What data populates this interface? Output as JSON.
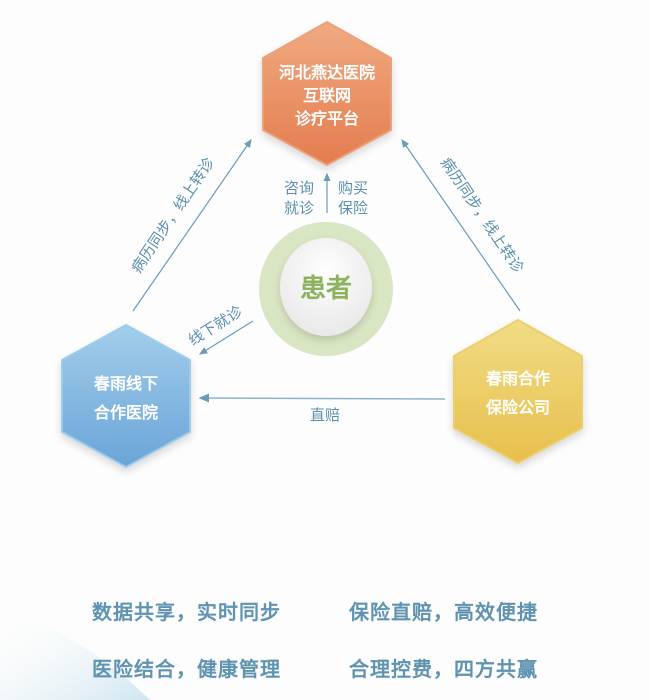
{
  "nodes": {
    "platform": {
      "lines": [
        "河北燕达医院",
        "互联网",
        "诊疗平台"
      ],
      "color": "#e8875a"
    },
    "hospital": {
      "lines": [
        "春雨线下",
        "合作医院"
      ],
      "color": "#7fb2df"
    },
    "insurer": {
      "lines": [
        "春雨合作",
        "保险公司"
      ],
      "color": "#ecc95a"
    },
    "patient": {
      "label": "患者",
      "color": "#8db360"
    }
  },
  "edges": {
    "left_up": "病历同步，线上转诊",
    "right_up": "病历同步，线上转诊",
    "center_left": [
      "咨询",
      "就诊"
    ],
    "center_right": [
      "购买",
      "保险"
    ],
    "offline": "线下就诊",
    "direct": "直赔"
  },
  "features": [
    "数据共享，实时同步",
    "保险直赔，高效便捷",
    "医险结合，健康管理",
    "合理控费，四方共赢"
  ]
}
